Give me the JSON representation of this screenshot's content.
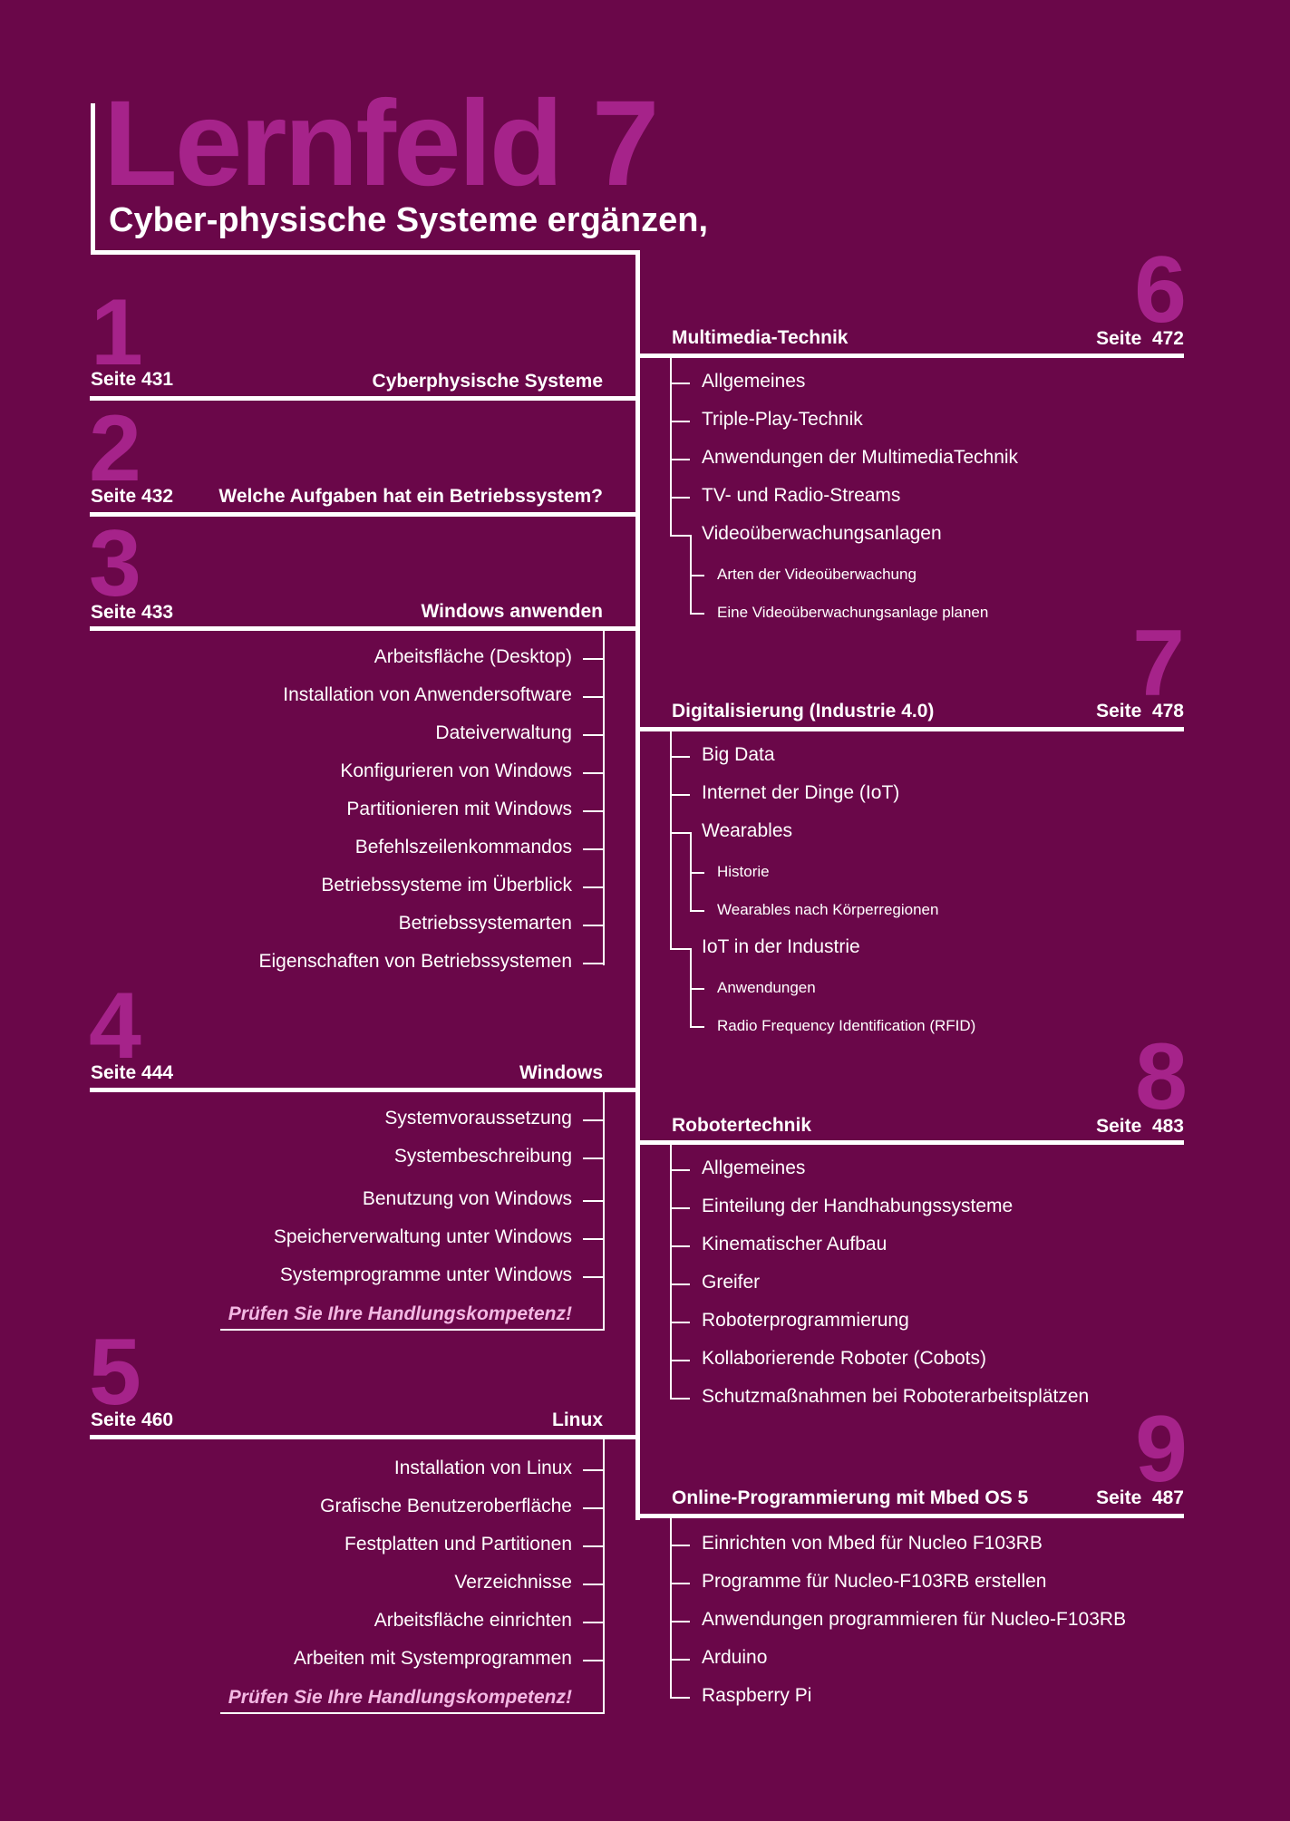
{
  "header": {
    "title": "Lernfeld 7",
    "subtitle": "Cyber-physische Systeme ergänzen,"
  },
  "colors": {
    "background": "#6a0749",
    "accent": "#a6238a",
    "text": "#ffffff",
    "check": "#f3b8e3"
  },
  "sections": [
    {
      "num": "1",
      "seite": "Seite 431",
      "title": "Cyberphysische Systeme",
      "items": []
    },
    {
      "num": "2",
      "seite": "Seite 432",
      "title": "Welche Aufgaben hat ein Betriebssystem?",
      "items": []
    },
    {
      "num": "3",
      "seite": "Seite 433",
      "title": "Windows anwenden",
      "items": [
        "Arbeitsfläche (Desktop)",
        "Installation von Anwendersoftware",
        "Dateiverwaltung",
        "Konfigurieren von Windows",
        "Partitionieren mit Windows",
        "Befehlszeilenkommandos",
        "Betriebssysteme im Überblick",
        "Betriebssystemarten",
        "Eigenschaften von Betriebssystemen"
      ]
    },
    {
      "num": "4",
      "seite": "Seite 444",
      "title": "Windows",
      "items": [
        "Systemvoraussetzung",
        "Systembeschreibung",
        "Benutzung von Windows",
        "Speicherverwaltung unter Windows",
        "Systemprogramme unter Windows"
      ],
      "check": "Prüfen Sie Ihre Handlungskompetenz!"
    },
    {
      "num": "5",
      "seite": "Seite 460",
      "title": "Linux",
      "items": [
        "Installation von Linux",
        "Grafische Benutzeroberfläche",
        "Festplatten und Partitionen",
        "Verzeichnisse",
        "Arbeitsfläche einrichten",
        "Arbeiten mit Systemprogrammen"
      ],
      "check": "Prüfen Sie Ihre Handlungskompetenz!"
    },
    {
      "num": "6",
      "seite_label": "Seite",
      "seite_num": "472",
      "title": "Multimedia-Technik",
      "items": [
        "Allgemeines",
        "Triple-Play-Technik",
        "Anwendungen der MultimediaTechnik",
        "TV- und Radio-Streams",
        "Videoüberwachungsanlagen"
      ],
      "subitems": [
        "Arten der Videoüberwachung",
        "Eine Videoüberwachungsanlage planen"
      ]
    },
    {
      "num": "7",
      "seite_label": "Seite",
      "seite_num": "478",
      "title": "Digitalisierung (Industrie 4.0)",
      "items": [
        "Big Data",
        "Internet der Dinge (IoT)",
        "Wearables",
        "IoT in der Industrie"
      ],
      "subitems_wearables": [
        "Historie",
        "Wearables nach Körperregionen"
      ],
      "subitems_iot": [
        "Anwendungen",
        "Radio Frequency Identification (RFID)"
      ]
    },
    {
      "num": "8",
      "seite_label": "Seite",
      "seite_num": "483",
      "title": "Robotertechnik",
      "items": [
        "Allgemeines",
        "Einteilung der Handhabungssysteme",
        "Kinematischer Aufbau",
        "Greifer",
        "Roboterprogrammierung",
        "Kollaborierende Roboter (Cobots)",
        "Schutzmaßnahmen bei Roboterarbeitsplätzen"
      ]
    },
    {
      "num": "9",
      "seite_label": "Seite",
      "seite_num": "487",
      "title": "Online-Programmierung mit Mbed OS 5",
      "items": [
        "Einrichten von Mbed für Nucleo F103RB",
        "Programme für Nucleo-F103RB erstellen",
        "Anwendungen programmieren für Nucleo-F103RB",
        "Arduino",
        "Raspberry Pi"
      ]
    }
  ]
}
